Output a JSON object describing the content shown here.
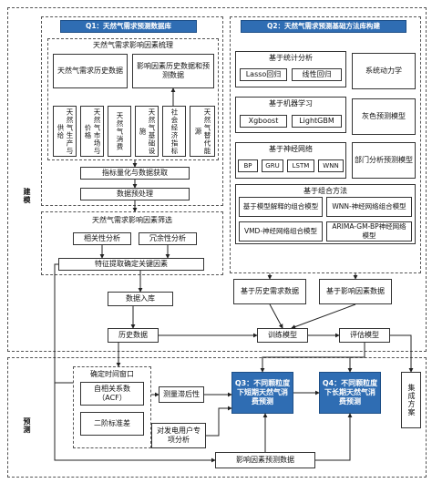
{
  "phases": {
    "build": "建模",
    "predict": "预测"
  },
  "q1": {
    "title": "Q1：天然气需求预测数据库",
    "factor_section": "天然气需求影响因素梳理",
    "history_data": "天然气需求历史数据",
    "factor_history": "影响因素历史数据和预测数据",
    "factors": [
      "天然气生产与供给",
      "天然气市场与价格",
      "天然气消费",
      "天然气基础设施",
      "社会经济指标",
      "天然气替代能源"
    ],
    "quantify": "指标量化与数据获取",
    "preprocess": "数据预处理",
    "screening": "天然气需求影响因素筛选",
    "correlation": "相关性分析",
    "redundancy": "冗余性分析",
    "feature": "特征提取确定关键因素",
    "storage": "数据入库"
  },
  "q2": {
    "title": "Q2：天然气需求预测基础方法库构建",
    "stat_title": "基于统计分析",
    "stat_methods": [
      "Lasso回归",
      "线性回归"
    ],
    "system_dynamics": "系统动力学",
    "ml_title": "基于机器学习",
    "ml_methods": [
      "Xgboost",
      "LightGBM"
    ],
    "grey": "灰色预测模型",
    "nn_title": "基于神经网络",
    "nn_methods": [
      "BP",
      "GRU",
      "LSTM",
      "WNN"
    ],
    "sector": "部门分析预测模型",
    "combo_title": "基于组合方法",
    "combo_methods": [
      "基于模型解释的组合模型",
      "WNN-神经网络组合模型",
      "VMD-神经网络组合模型",
      "ARIMA-GM-BP神经网络模型"
    ],
    "hist_demand_model": "基于历史需求数据",
    "factor_model": "基于影响因素数据"
  },
  "flow": {
    "history": "历史数据",
    "training": "训练模型",
    "evaluation": "评估模型",
    "integrated": "集成方案"
  },
  "predict": {
    "window": "确定时间窗口",
    "acf": "自相关系数（ACF）",
    "second_diff": "二阶标准差",
    "lag": "测量滞后性",
    "q3": "Q3：不同颗粒度下短期天然气消费预测",
    "q4": "Q4：不同颗粒度下长期天然气消费预测",
    "power_user": "对发电用户专项分析",
    "factor_prediction": "影响因素预测数据"
  }
}
